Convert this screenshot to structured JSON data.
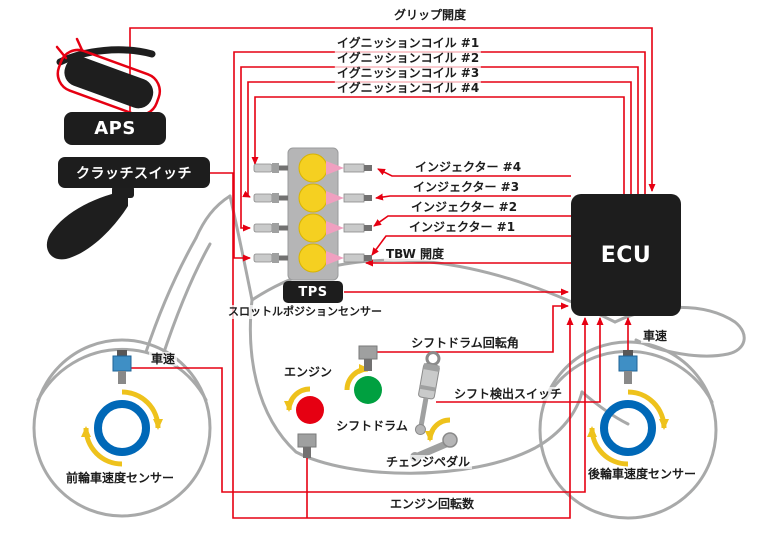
{
  "colors": {
    "signal_line": "#e60012",
    "box_bg": "#1d1d1d",
    "box_text": "#ffffff",
    "silhouette_gray": "#9fa0a0",
    "cylinder_yellow": "#f5d021",
    "sensor_blue": "#0068b7",
    "rotation_arrow_yellow": "#eec21c",
    "engine_dot_red": "#e60012",
    "shift_drum_dot_green": "#00a040",
    "injector_spray_pink": "#f0a0c0"
  },
  "boxes": {
    "aps": "APS",
    "clutch_switch": "クラッチスイッチ",
    "tps": "TPS",
    "ecu": "ECU"
  },
  "labels": {
    "grip_opening": "グリップ開度",
    "ignition_coil_1": "イグニッションコイル #1",
    "ignition_coil_2": "イグニッションコイル #2",
    "ignition_coil_3": "イグニッションコイル #3",
    "ignition_coil_4": "イグニッションコイル #4",
    "injector_4": "インジェクター #4",
    "injector_3": "インジェクター #3",
    "injector_2": "インジェクター #2",
    "injector_1": "インジェクター #1",
    "tbw_opening": "TBW 開度",
    "throttle_position_sensor": "スロットルポジションセンサー",
    "shift_drum_angle": "シフトドラム回転角",
    "vehicle_speed_front": "車速",
    "vehicle_speed_rear": "車速",
    "engine": "エンジン",
    "shift_drum": "シフトドラム",
    "shift_detection_switch": "シフト検出スイッチ",
    "change_pedal": "チェンジペダル",
    "front_wheel_speed_sensor": "前輪車速度センサー",
    "rear_wheel_speed_sensor": "後輪車速度センサー",
    "engine_rpm": "エンジン回転数"
  },
  "icons": [
    "throttle-grip-icon",
    "clutch-lever-icon",
    "motorcycle-silhouette",
    "spark-plug-icon",
    "engine-cylinders-icon",
    "fuel-injector-icon",
    "front-wheel-speed-sensor-icon",
    "rear-wheel-speed-sensor-icon",
    "engine-rotation-icon",
    "shift-drum-rotation-icon",
    "shift-detection-switch-icon",
    "change-pedal-icon"
  ]
}
